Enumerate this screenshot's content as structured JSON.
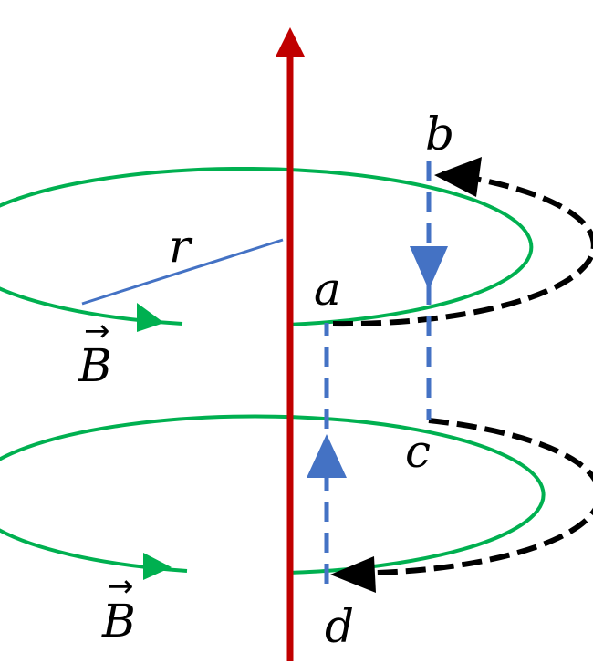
{
  "labels": {
    "r": "r",
    "a": "a",
    "b": "b",
    "c": "c",
    "d": "d",
    "B_top": "B",
    "B_bottom": "B",
    "vector_arrow_glyph": "→"
  },
  "colors": {
    "wire": "#C00000",
    "field_line": "#00B050",
    "radius": "#4472C4",
    "path_segment": "#4472C4",
    "path_arc": "#000000",
    "text": "#000000"
  },
  "icons": {
    "current": "arrow-up-icon",
    "field": "arrow-right-icon",
    "path_down": "arrow-down-icon",
    "path_up": "arrow-up-icon",
    "path_arc": "arrow-left-icon"
  }
}
